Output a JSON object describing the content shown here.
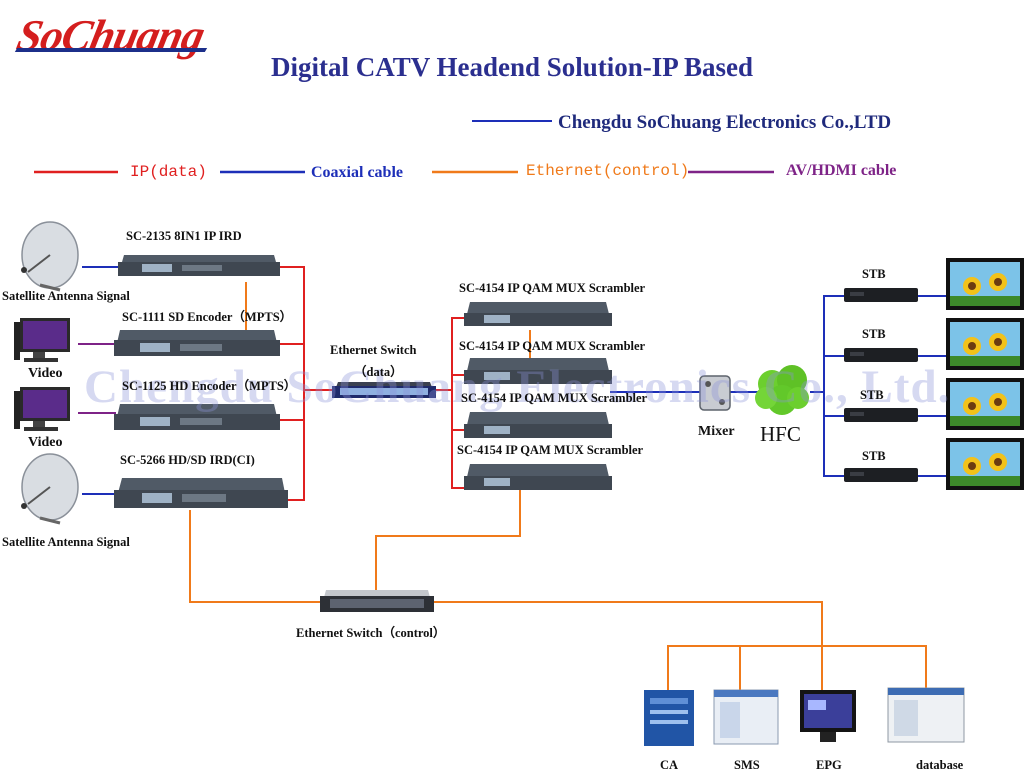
{
  "brand": {
    "logo_text": "SoChuang"
  },
  "title": "Digital CATV Headend Solution-IP Based",
  "company": "Chengdu SoChuang Electronics Co.,LTD",
  "watermark": "Chengdu SoChuang Electronics Co., Ltd.",
  "legend": {
    "ip": "IP(data)",
    "coax": "Coaxial cable",
    "ethernet": "Ethernet(control)",
    "av": "AV/HDMI cable"
  },
  "colors": {
    "ip": "#e02020",
    "coax": "#1d2fb8",
    "ethernet": "#f07a1a",
    "av": "#7e2387",
    "title": "#2b2f8f"
  },
  "inputs": {
    "sat1": "Satellite Antenna Signal",
    "video1": "Video",
    "video2": "Video",
    "sat2": "Satellite Antenna Signal"
  },
  "devices": {
    "ird": "SC-2135 8IN1 IP IRD",
    "sd_encoder": "SC-1111 SD  Encoder（MPTS）",
    "hd_encoder": "SC-1125 HD Encoder（MPTS）",
    "ird_ci": "SC-5266 HD/SD IRD(CI)",
    "qam1": "SC-4154 IP QAM MUX Scrambler",
    "qam2": "SC-4154 IP QAM MUX Scrambler",
    "qam3": "SC-4154 IP QAM MUX Scrambler",
    "qam4": "SC-4154 IP QAM MUX Scrambler"
  },
  "switch_data": {
    "line1": "Ethernet Switch",
    "line2": "（data）"
  },
  "switch_control": "Ethernet Switch（control）",
  "mixer": "Mixer",
  "hfc": "HFC",
  "stb": [
    "STB",
    "STB",
    "STB",
    "STB"
  ],
  "servers": [
    "CA",
    "SMS",
    "EPG",
    "database"
  ]
}
